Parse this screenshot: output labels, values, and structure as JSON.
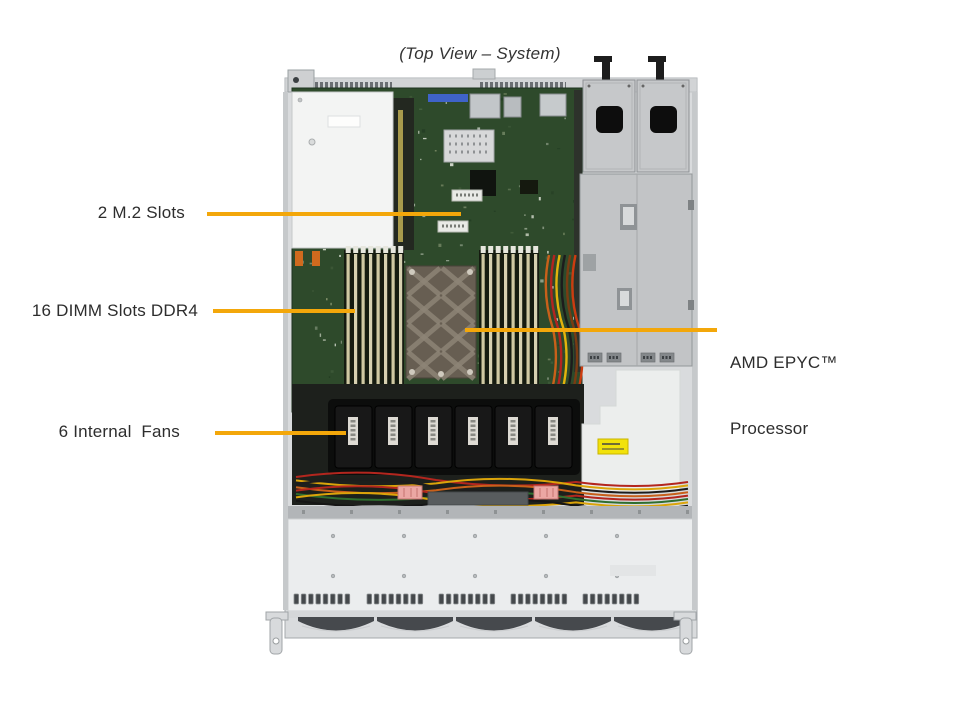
{
  "title": "(Top View – System)",
  "callouts": {
    "m2": "2 M.2 Slots",
    "dimm": "16 DIMM Slots DDR4",
    "fans": "6 Internal  Fans",
    "cpu_line1": "AMD EPYC™",
    "cpu_line2": "Processor"
  },
  "figure": {
    "leader_color": "#F3A70A",
    "fan_count": 6,
    "dimm_banks": 2,
    "dimm_slots_per_bank": 8,
    "psu_count": 2,
    "front_connector_groups": 5,
    "holes_per_group": 8,
    "drive_bays": 5,
    "warning_label_color": "#F2E20A",
    "board_color": "#2E4A2B",
    "chassis_color": "#D9DBDD"
  }
}
